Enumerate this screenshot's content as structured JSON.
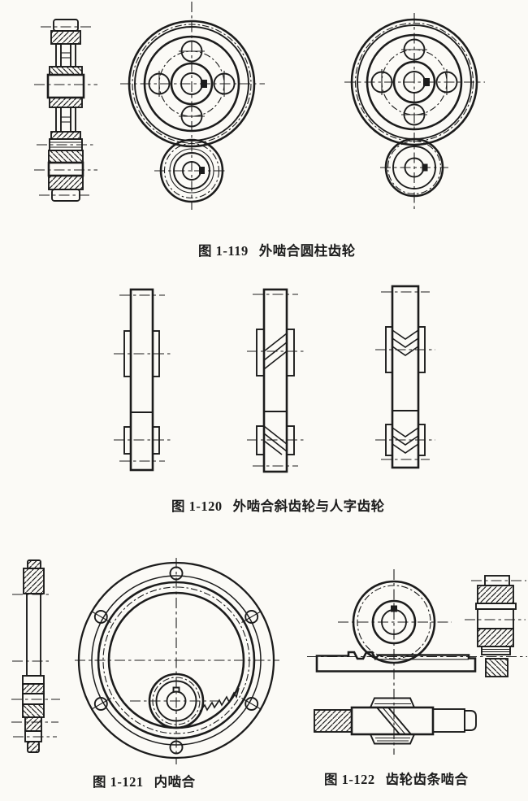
{
  "page": {
    "paper": "#fbfaf6",
    "ink": "#1c1c1c"
  },
  "figures": [
    {
      "id": "1-119",
      "label": "图 1-119",
      "title": "外啮合圆柱齿轮"
    },
    {
      "id": "1-120",
      "label": "图 1-120",
      "title": "外啮合斜齿轮与人字齿轮"
    },
    {
      "id": "1-121",
      "label": "图 1-121",
      "title": "内啮合"
    },
    {
      "id": "1-122",
      "label": "图 1-122",
      "title": "齿轮齿条啮合"
    }
  ]
}
